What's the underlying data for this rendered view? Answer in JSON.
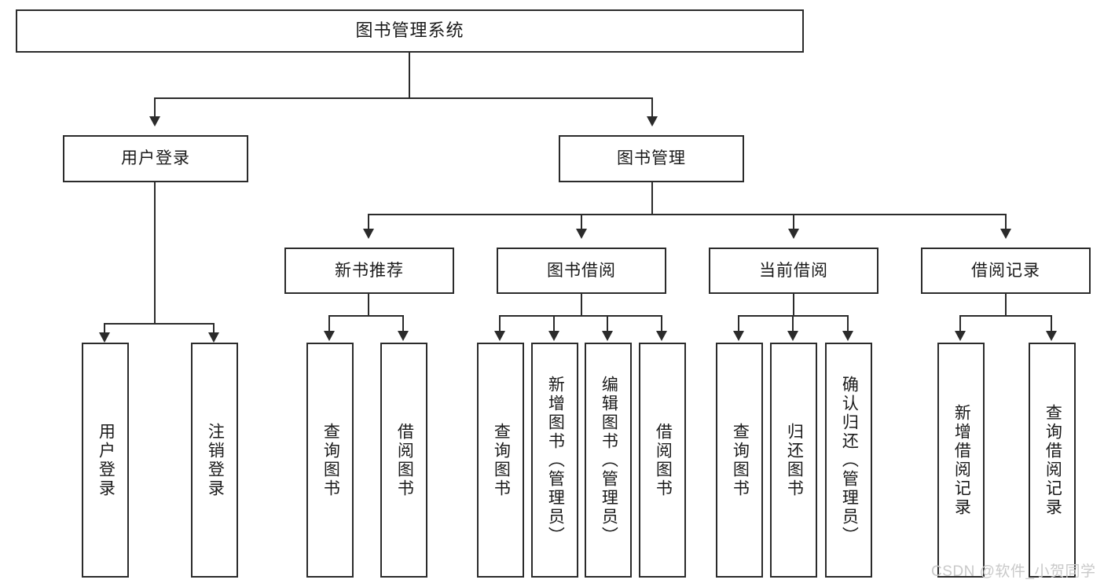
{
  "diagram": {
    "type": "tree",
    "title": "图书管理系统",
    "colors": {
      "stroke": "#2b2b2b",
      "box_fill": "#ffffff",
      "text": "#1a1a1a",
      "background": "#ffffff",
      "watermark": "#c9c9c9"
    },
    "root": {
      "label": "图书管理系统"
    },
    "level2": [
      {
        "label": "用户登录"
      },
      {
        "label": "图书管理"
      }
    ],
    "level3": [
      {
        "label": "新书推荐"
      },
      {
        "label": "图书借阅"
      },
      {
        "label": "当前借阅"
      },
      {
        "label": "借阅记录"
      }
    ],
    "leaves": {
      "user_login": [
        {
          "label": "用户登录"
        },
        {
          "label": "注销登录"
        }
      ],
      "new_book_recommend": [
        {
          "label": "查询图书"
        },
        {
          "label": "借阅图书"
        }
      ],
      "book_borrow": [
        {
          "label": "查询图书"
        },
        {
          "label": "新增图书（管理员）"
        },
        {
          "label": "编辑图书（管理员）"
        },
        {
          "label": "借阅图书"
        }
      ],
      "current_borrow": [
        {
          "label": "查询图书"
        },
        {
          "label": "归还图书"
        },
        {
          "label": "确认归还（管理员）"
        }
      ],
      "borrow_record": [
        {
          "label": "新增借阅记录"
        },
        {
          "label": "查询借阅记录"
        }
      ]
    }
  },
  "watermark": {
    "text": "CSDN @软件_小贺同学"
  }
}
